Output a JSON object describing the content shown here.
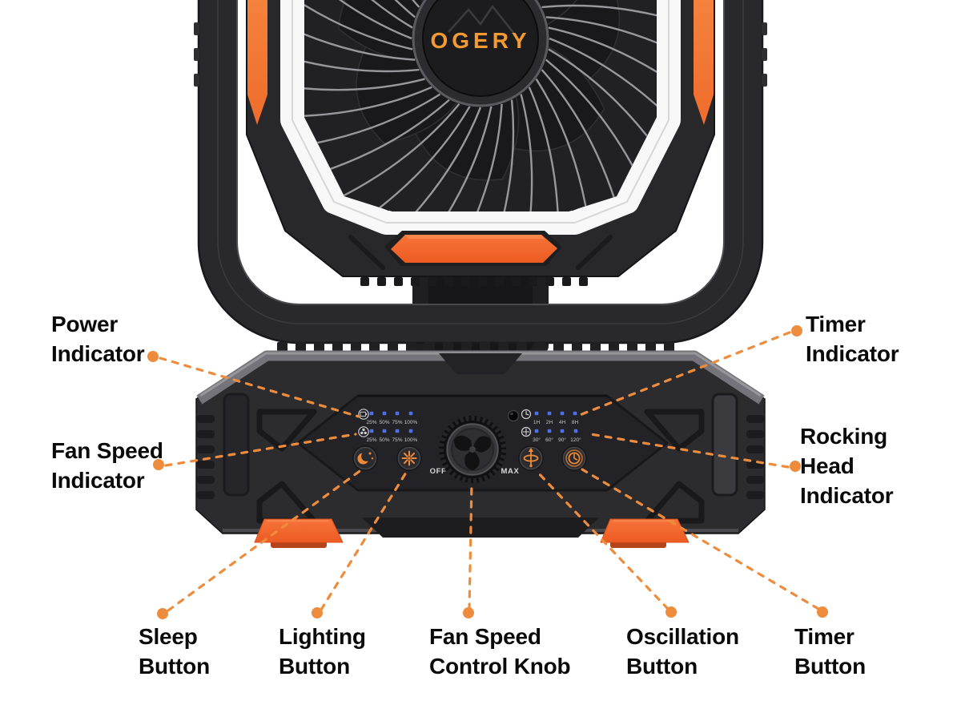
{
  "colors": {
    "background": "#ffffff",
    "accent": "#f4672b",
    "accent_light": "#f08a36",
    "leader": "#ee8c3e",
    "led_blue": "#4e6fe8",
    "logo_orange": "#f49a31",
    "body_dark": "#2c2c2f",
    "panel_dark": "#232327",
    "label_text": "#0a0a0a",
    "panel_text": "#c6c6ca"
  },
  "product": {
    "logo": "OGERY",
    "indicators": {
      "power": {
        "icon": "battery-icon",
        "levels": [
          "25%",
          "50%",
          "75%",
          "100%"
        ]
      },
      "fan_speed": {
        "icon": "fan-icon",
        "levels": [
          "25%",
          "50%",
          "75%",
          "100%"
        ]
      },
      "timer": {
        "icon": "clock-icon",
        "levels": [
          "1H",
          "2H",
          "4H",
          "8H"
        ]
      },
      "rocking_head": {
        "icon": "rotation-icon",
        "levels": [
          "30°",
          "60°",
          "90°",
          "120°"
        ]
      }
    },
    "controls": {
      "sleep_button": {
        "icon": "moon-stars-icon"
      },
      "lighting_button": {
        "icon": "sunburst-icon"
      },
      "speed_knob": {
        "icon": "fan-blade-icon",
        "min_label": "OFF",
        "max_label": "MAX"
      },
      "oscillation_button": {
        "icon": "rotation-arrow-icon"
      },
      "timer_button": {
        "icon": "clock-icon"
      }
    }
  },
  "callouts": {
    "power_indicator": {
      "lines": [
        "Power",
        "Indicator"
      ]
    },
    "fan_speed_indicator": {
      "lines": [
        "Fan Speed",
        "Indicator"
      ]
    },
    "timer_indicator": {
      "lines": [
        "Timer",
        "Indicator"
      ]
    },
    "rocking_head_indicator": {
      "lines": [
        "Rocking",
        "Head",
        "Indicator"
      ]
    },
    "sleep_button": {
      "lines": [
        "Sleep",
        "Button"
      ]
    },
    "lighting_button": {
      "lines": [
        "Lighting",
        "Button"
      ]
    },
    "fan_speed_control_knob": {
      "lines": [
        "Fan Speed",
        "Control Knob"
      ]
    },
    "oscillation_button": {
      "lines": [
        "Oscillation",
        "Button"
      ]
    },
    "timer_button": {
      "lines": [
        "Timer",
        "Button"
      ]
    }
  }
}
